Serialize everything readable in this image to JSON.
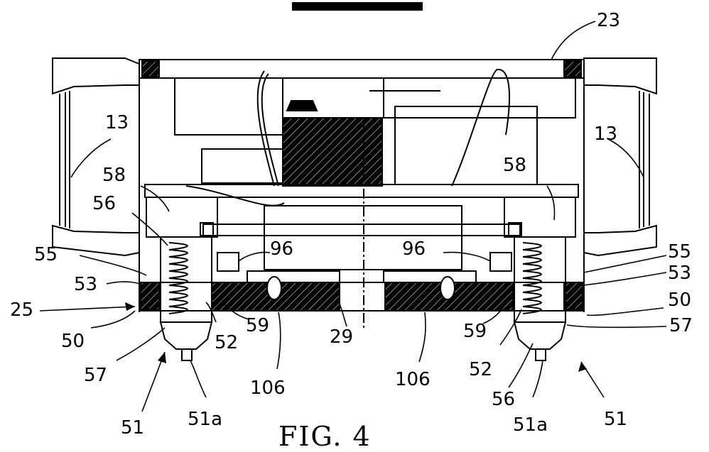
{
  "caption": "FIG. 4",
  "labels": {
    "l23": "23",
    "l13_left": "13",
    "l13_right": "13",
    "l58_left": "58",
    "l58_right": "58",
    "l56_left": "56",
    "l56_right": "56",
    "l55_left": "55",
    "l55_right": "55",
    "l96_left": "96",
    "l96_right": "96",
    "l53_left": "53",
    "l53_right": "53",
    "l25": "25",
    "l50_left": "50",
    "l50_right": "50",
    "l59_left": "59",
    "l59_right": "59",
    "l52_left": "52",
    "l52_right": "52",
    "l29": "29",
    "l57_left": "57",
    "l57_right": "57",
    "l106_left": "106",
    "l106_right": "106",
    "l51_left": "51",
    "l51_right": "51",
    "l51a_left": "51a",
    "l51a_right": "51a"
  }
}
